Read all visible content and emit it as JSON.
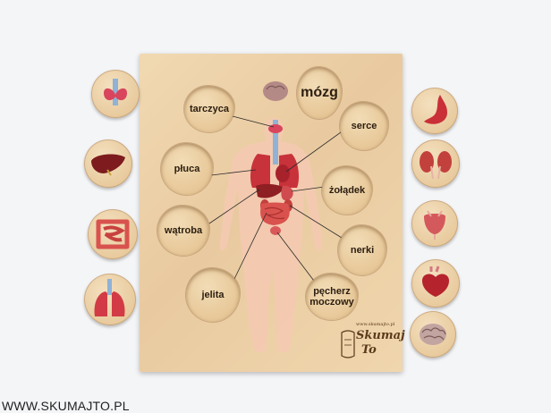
{
  "puzzle": {
    "labels": {
      "mozg": "mózg",
      "tarczyca": "tarczyca",
      "serce": "serce",
      "pluca": "płuca",
      "zoladek": "żołądek",
      "watroba": "wątroba",
      "nerki": "nerki",
      "jelita": "jelita",
      "pecherz_line1": "pęcherz",
      "pecherz_line2": "moczowy"
    }
  },
  "logo": {
    "url": "www.skumajto.pl",
    "line1": "Skumaj",
    "line2": "To"
  },
  "footer": {
    "watermark": "WWW.SKUMAJTO.PL"
  },
  "colors": {
    "board": "#ecd0a6",
    "organ_red": "#c8323a",
    "skin": "#f2c2a8"
  }
}
